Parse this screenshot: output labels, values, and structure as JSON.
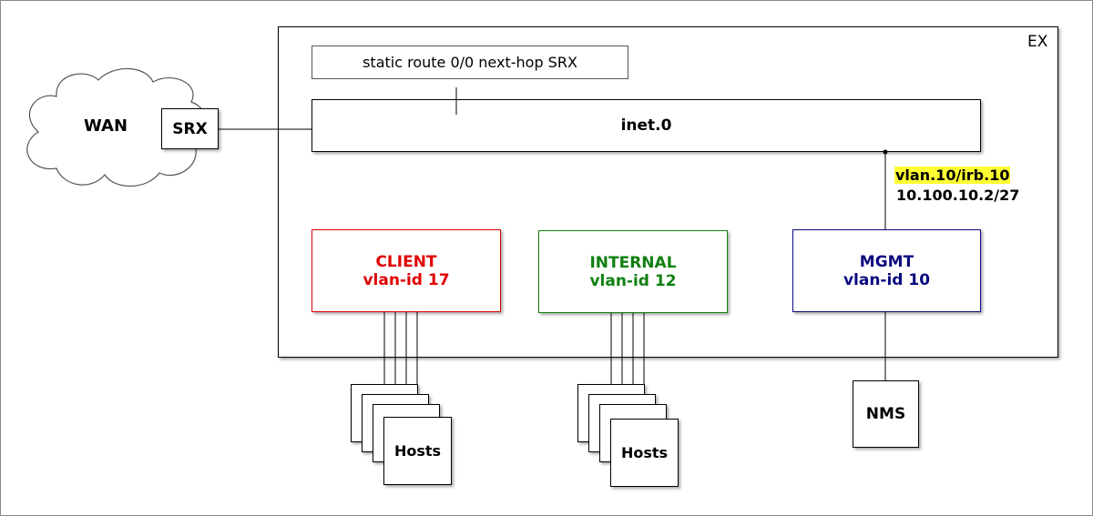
{
  "wan": {
    "label": "WAN"
  },
  "srx": {
    "label": "SRX"
  },
  "ex": {
    "label": "EX"
  },
  "static_route": {
    "label": "static route 0/0 next-hop SRX"
  },
  "inet": {
    "label": "inet.0"
  },
  "irb": {
    "interface": "vlan.10/irb.10",
    "address": "10.100.10.2/27",
    "highlight_color": "#ffff33"
  },
  "vlans": [
    {
      "name": "CLIENT",
      "vlan": "vlan-id 17",
      "color": "#e00000"
    },
    {
      "name": "INTERNAL",
      "vlan": "vlan-id 12",
      "color": "#108010"
    },
    {
      "name": "MGMT",
      "vlan": "vlan-id 10",
      "color": "#0a0a80"
    }
  ],
  "hosts": [
    {
      "label": "Hosts"
    },
    {
      "label": "Hosts"
    }
  ],
  "nms": {
    "label": "NMS"
  }
}
